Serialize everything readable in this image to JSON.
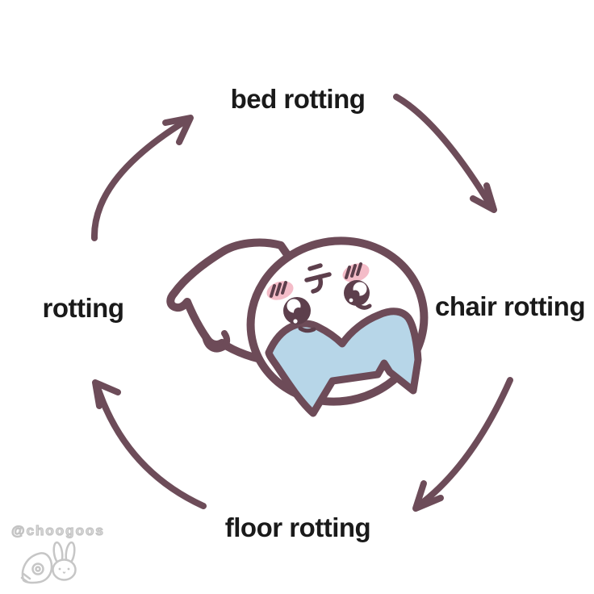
{
  "page": {
    "background_color": "#ffffff",
    "label_color": "#1a1a1a"
  },
  "cycle": {
    "direction": "clockwise",
    "arrow_color": "#6d4c59",
    "nodes": [
      {
        "position": "top",
        "label": "bed rotting"
      },
      {
        "position": "right",
        "label": "chair rotting"
      },
      {
        "position": "bottom",
        "label": "floor rotting"
      },
      {
        "position": "left",
        "label": "rotting"
      }
    ]
  },
  "character": {
    "outline_color": "#6d4b58",
    "feature_color": "#5d3f4c",
    "body_color": "#ffffff",
    "pillow_color": "#ffffff",
    "blanket_color": "#b7d6e8",
    "blush_color": "#f4bcc8"
  },
  "watermark": {
    "handle": "@choogoos",
    "color": "#c6c6c6"
  }
}
